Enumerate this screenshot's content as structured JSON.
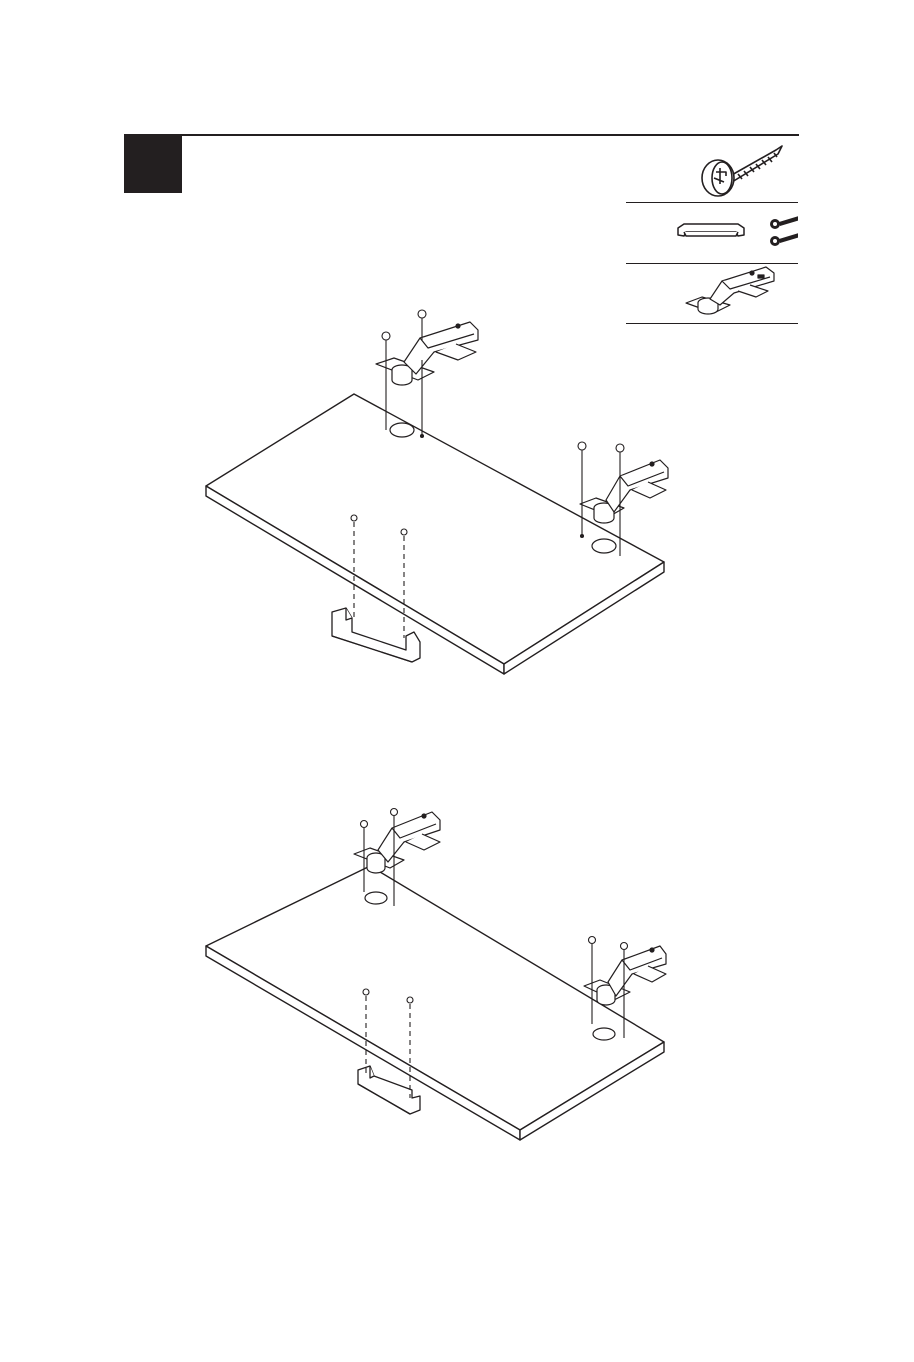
{
  "document": {
    "type": "assembly-instruction-page",
    "step": {
      "number": ""
    },
    "parts": [
      {
        "item": "wood-screw",
        "icon": "wood-screw-icon"
      },
      {
        "item": "door-handle-with-machine-screws",
        "icon": "handle-icon"
      },
      {
        "item": "concealed-hinge",
        "icon": "hinge-icon"
      }
    ],
    "figures": [
      {
        "view": "door-panel-with-hinges-and-handle-upper"
      },
      {
        "view": "door-panel-with-hinges-and-handle-lower"
      }
    ]
  },
  "colors": {
    "ink": "#231f20",
    "paper": "#ffffff",
    "hinge_shade": "#9a9a9a"
  }
}
